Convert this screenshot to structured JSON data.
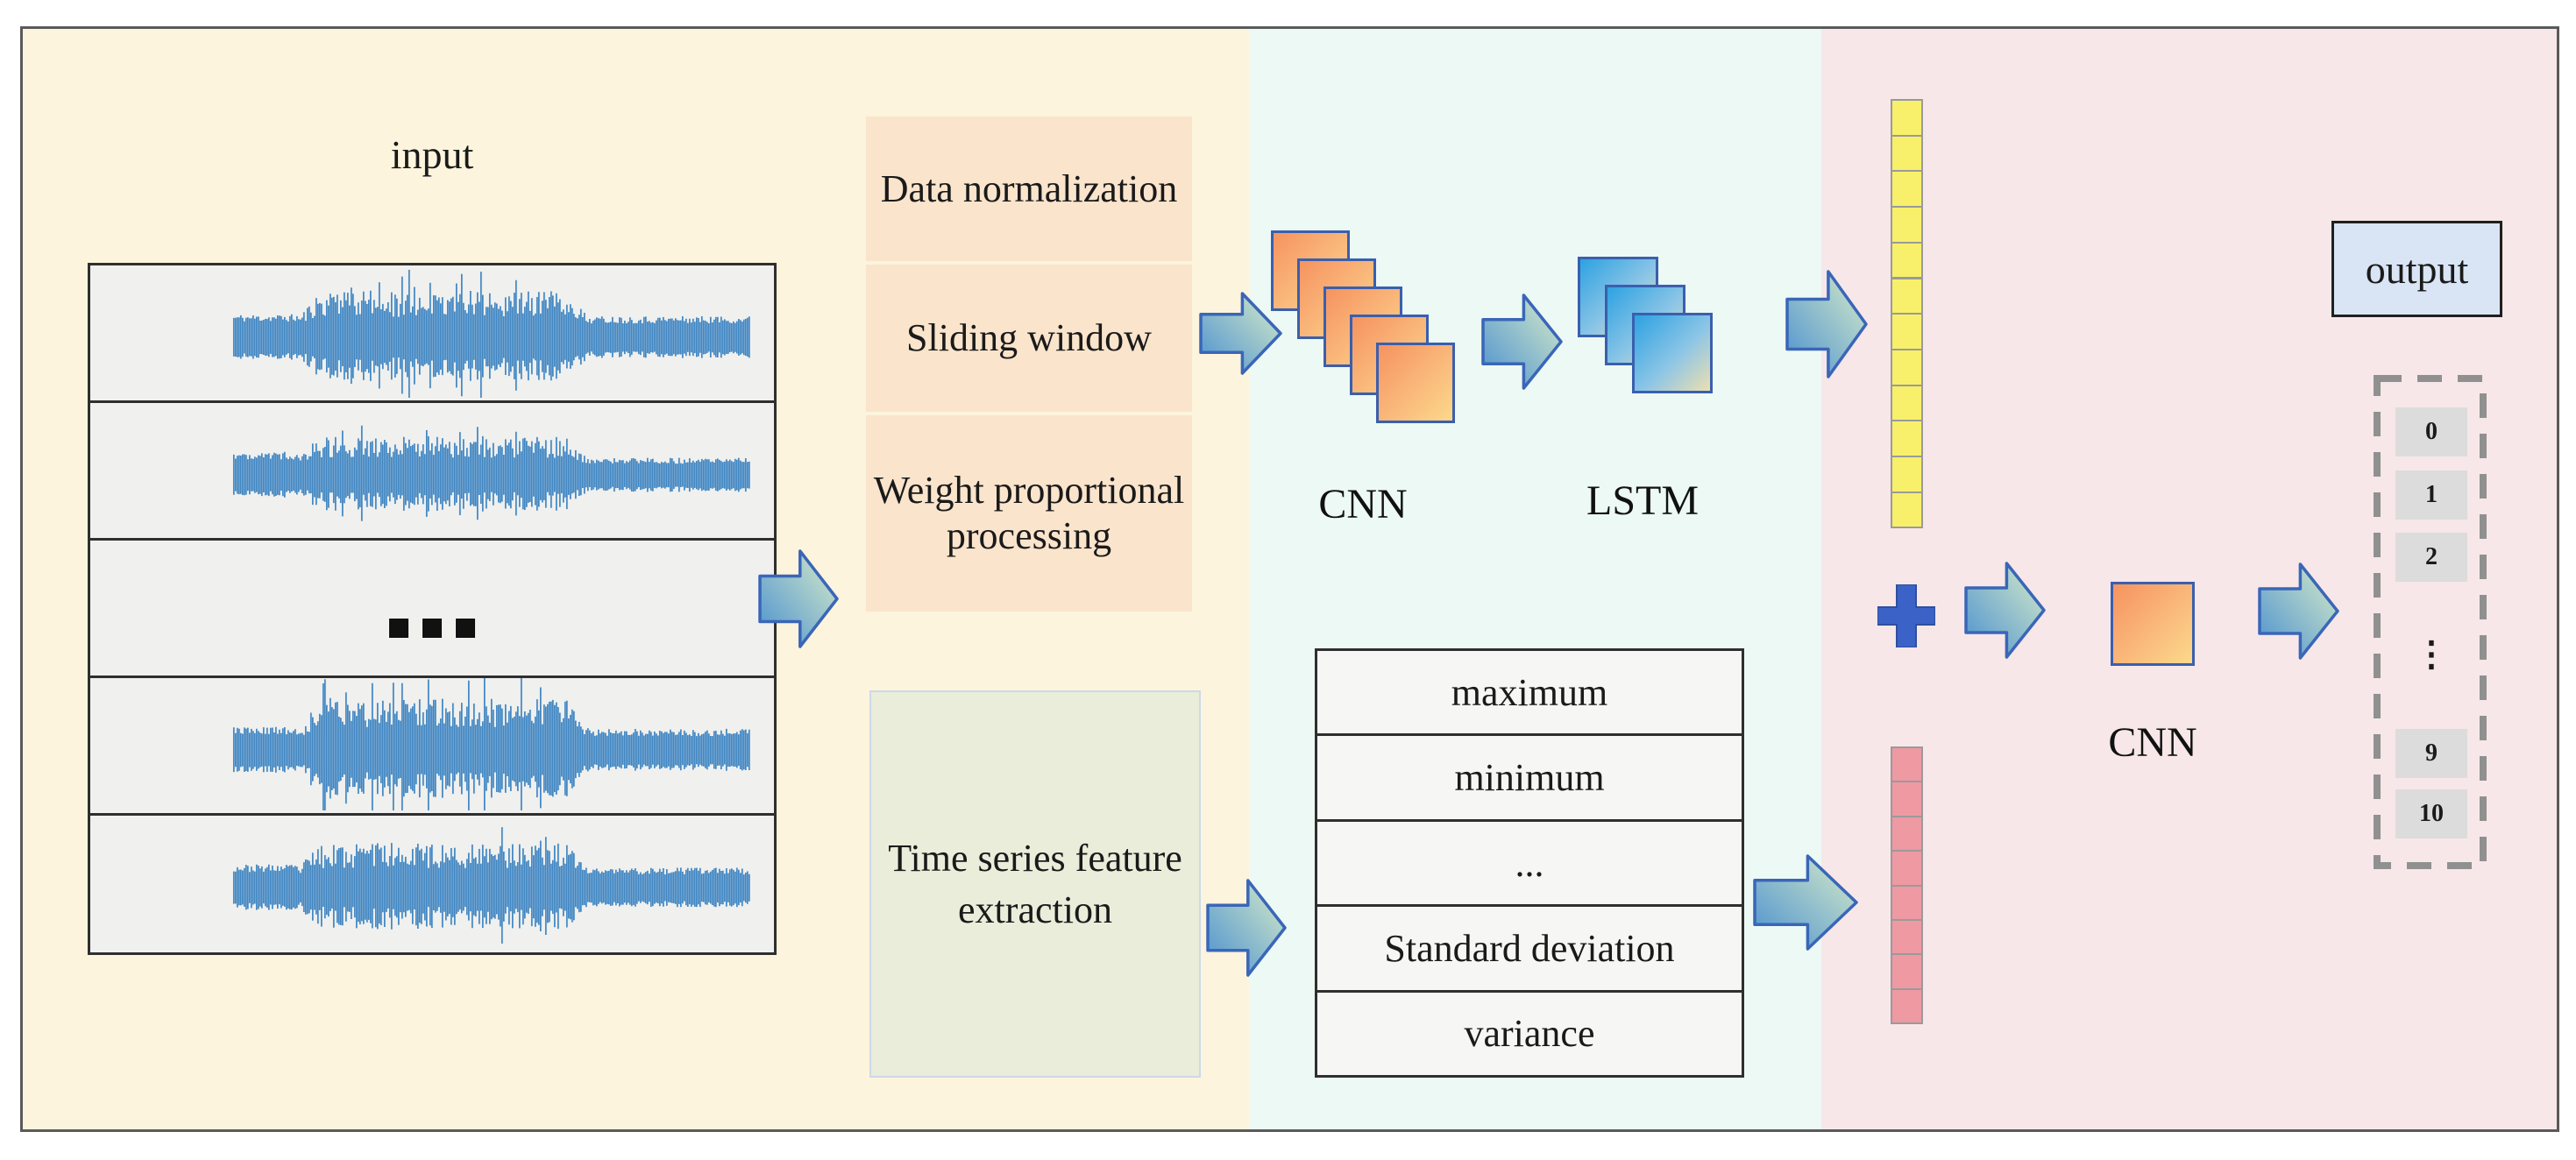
{
  "input_section": {
    "label": "input",
    "panel_count": 5,
    "ellipsis_row_index": 2
  },
  "preprocess_boxes": [
    {
      "label": "Data normalization"
    },
    {
      "label": "Sliding window"
    },
    {
      "label": "Weight proportional processing"
    }
  ],
  "cnn_stack": {
    "label": "CNN",
    "square_count": 5
  },
  "lstm_stack": {
    "label": "LSTM",
    "square_count": 3
  },
  "feature_box": {
    "label": "Time series feature extraction"
  },
  "feature_table": {
    "rows": [
      "maximum",
      "minimum",
      "...",
      "Standard deviation",
      "variance"
    ]
  },
  "fusion": {
    "feature_vector_cells": 12,
    "stat_vector_cells": 8,
    "operator": "+",
    "cnn_label": "CNN"
  },
  "output": {
    "box_label": "output",
    "cells": [
      "0",
      "1",
      "2",
      "⋮",
      "9",
      "10"
    ]
  },
  "colors": {
    "section_preprocess_bg": "#fcf4dc",
    "section_cnnlstm_bg": "#ecf9f5",
    "section_fusion_bg": "#f7e7e9",
    "waveform": "#2f7cbe",
    "arrow_gradient_start": "#4a90d0",
    "arrow_gradient_end": "#d8ecc8",
    "arrow_border": "#3a66b8",
    "feature_vector_cell": "#f8f06a",
    "stat_vector_cell": "#ef99a3",
    "plus": "#3b62c7",
    "orange_square_start": "#f6935f",
    "orange_square_end": "#fcd98b",
    "blue_square_start": "#2da2e2",
    "blue_square_end": "#ecdfb0",
    "output_box_bg": "#d9e4f4",
    "output_cell_bg": "#dcdcdc",
    "dashed_border": "#909090"
  }
}
